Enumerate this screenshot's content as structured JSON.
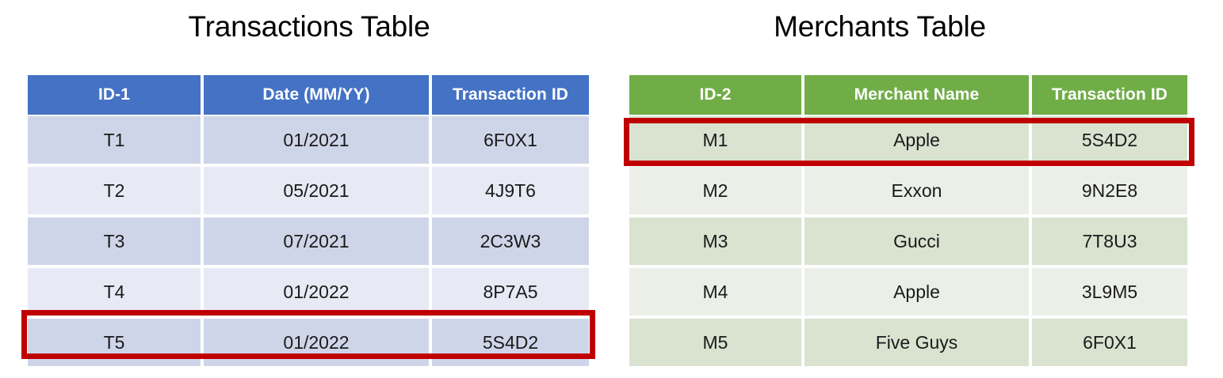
{
  "tables": [
    {
      "name": "transactions",
      "title": "Transactions Table",
      "header_color": "#4472C4",
      "columns": [
        "ID-1",
        "Date (MM/YY)",
        "Transaction ID"
      ],
      "rows": [
        [
          "T1",
          "01/2021",
          "6F0X1"
        ],
        [
          "T2",
          "05/2021",
          "4J9T6"
        ],
        [
          "T3",
          "07/2021",
          "2C3W3"
        ],
        [
          "T4",
          "01/2022",
          "8P7A5"
        ],
        [
          "T5",
          "01/2022",
          "5S4D2"
        ]
      ],
      "highlighted_row_index": 4,
      "highlight_color": "#C00000"
    },
    {
      "name": "merchants",
      "title": "Merchants Table",
      "header_color": "#70AD47",
      "columns": [
        "ID-2",
        "Merchant Name",
        "Transaction ID"
      ],
      "rows": [
        [
          "M1",
          "Apple",
          "5S4D2"
        ],
        [
          "M2",
          "Exxon",
          "9N2E8"
        ],
        [
          "M3",
          "Gucci",
          "7T8U3"
        ],
        [
          "M4",
          "Apple",
          "3L9M5"
        ],
        [
          "M5",
          "Five Guys",
          "6F0X1"
        ]
      ],
      "highlighted_row_index": 0,
      "highlight_color": "#C00000"
    }
  ]
}
